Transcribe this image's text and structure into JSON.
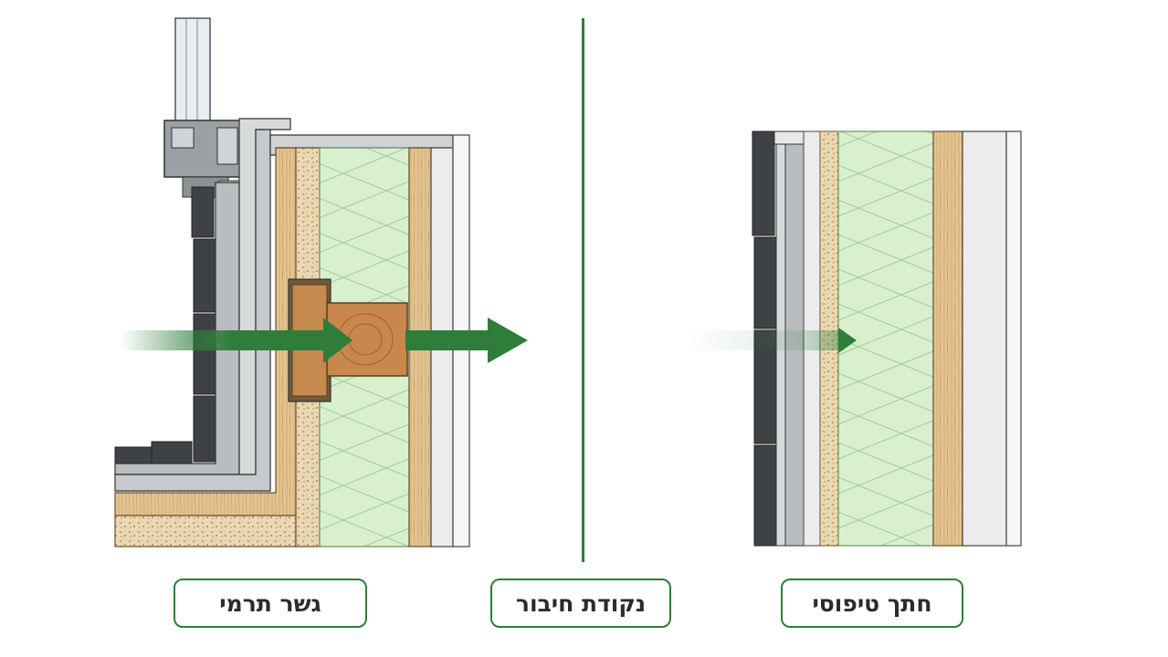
{
  "labels": {
    "left": "גשר תרמי",
    "middle": "נקודת חיבור",
    "right": "חתך טיפוסי"
  },
  "colors": {
    "accent_green": "#2e7d3b",
    "insulation_green": "#d9f0cf",
    "wood": "#e3c391",
    "osb": "#ead9b6",
    "cladding_dark": "#3e4246",
    "gypsum": "#ececec"
  },
  "icons": {
    "heat_flow": "arrow-right-icon"
  }
}
